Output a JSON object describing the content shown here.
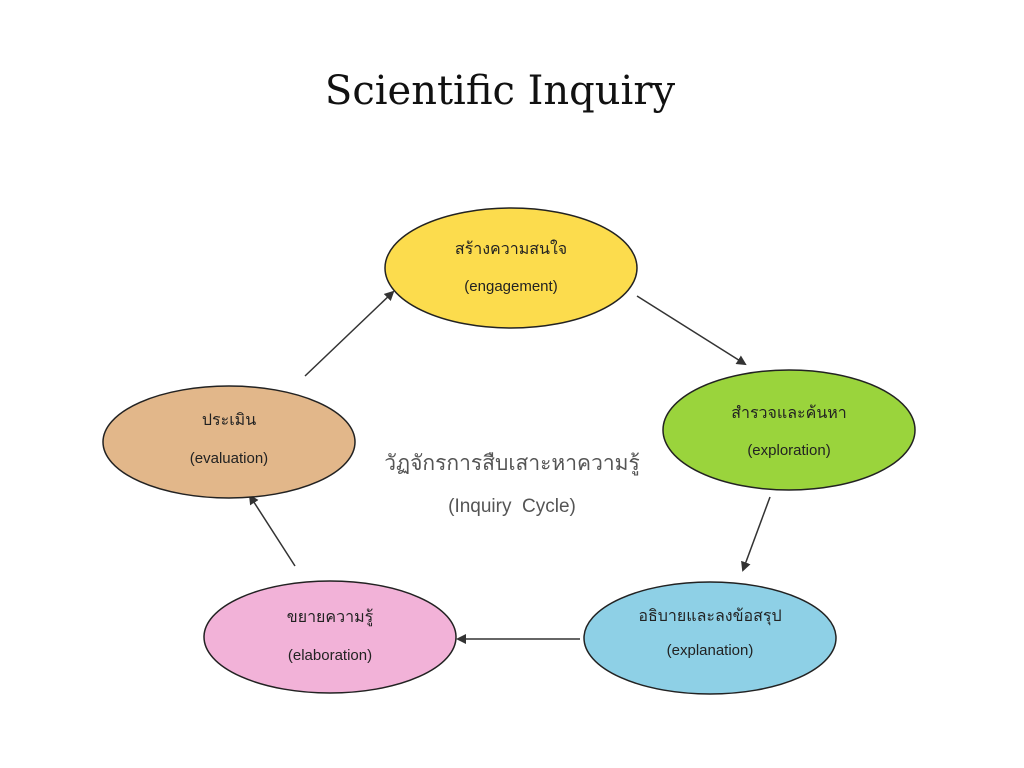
{
  "slide": {
    "title": "Scientific Inquiry"
  },
  "cycle": {
    "center_thai": "วัฏจักรการสืบเสาะหาความรู้",
    "center_english": "(Inquiry  Cycle)",
    "stages": [
      {
        "id": "engagement",
        "thai": "สร้างความสนใจ",
        "english": "(engagement)",
        "color": "#FCDC4D"
      },
      {
        "id": "exploration",
        "thai": "สำรวจและค้นหา",
        "english": "(exploration)",
        "color": "#9AD43C"
      },
      {
        "id": "explanation",
        "thai": "อธิบายและลงข้อสรุป",
        "english": "(explanation)",
        "color": "#8ED0E6"
      },
      {
        "id": "elaboration",
        "thai": "ขยายความรู้",
        "english": "(elaboration)",
        "color": "#F2B2D8"
      },
      {
        "id": "evaluation",
        "thai": "ประเมิน",
        "english": "(evaluation)",
        "color": "#E2B78A"
      }
    ],
    "outline_color": "#222222",
    "arrow_color": "#333333"
  }
}
